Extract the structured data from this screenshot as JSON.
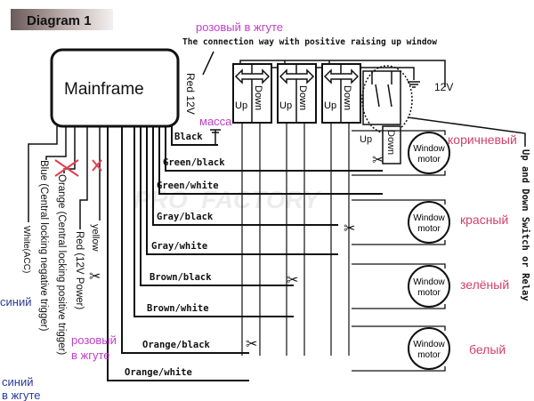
{
  "header": {
    "title": "Diagram 1"
  },
  "subtitle": "The connection way with positive raising up window",
  "mainframe": {
    "label": "Mainframe"
  },
  "power": {
    "red_12v": "Red 12V",
    "voltage": "12V"
  },
  "switches": [
    {
      "up": "Up",
      "down": "Down"
    },
    {
      "up": "Up",
      "down": "Down"
    },
    {
      "up": "Up",
      "down": "Down"
    }
  ],
  "relay": {
    "up": "Up",
    "down": "Down",
    "caption": "Up and Down Switch or Relay"
  },
  "wires_right": [
    "Black",
    "Green/black",
    "Green/white",
    "Gray/black",
    "Gray/white",
    "Brown/black",
    "Brown/white",
    "Orange/black",
    "Orange/white"
  ],
  "wires_left": {
    "white": "White(ACC)",
    "blue": "Blue (Central locking negative trigger)",
    "orange": "Orange (Central locking positive trigger)",
    "red": "Red (12V Power)",
    "yellow": "yellow"
  },
  "motors": [
    "Window motor",
    "Window motor",
    "Window motor",
    "Window motor"
  ],
  "motor_line1": "Window",
  "motor_line2": "motor",
  "annotations": {
    "pink_harness_top": "розовый в жгуте",
    "ground": "масса",
    "brown": "коричневый",
    "red": "красный",
    "green": "зелёный",
    "white": "белый",
    "blue": "синий",
    "pink_harness_1": "розовый",
    "pink_harness_2": "в жгуте",
    "blue_harness_1": "синий",
    "blue_harness_2": "в жгуте"
  },
  "watermark": "PRO_FACTORY",
  "colors": {
    "annotation_pink": "#c03a8c",
    "annotation_magenta": "#c040c8",
    "annotation_blue": "#2a3a9a",
    "cut_mark": "#e04050"
  }
}
